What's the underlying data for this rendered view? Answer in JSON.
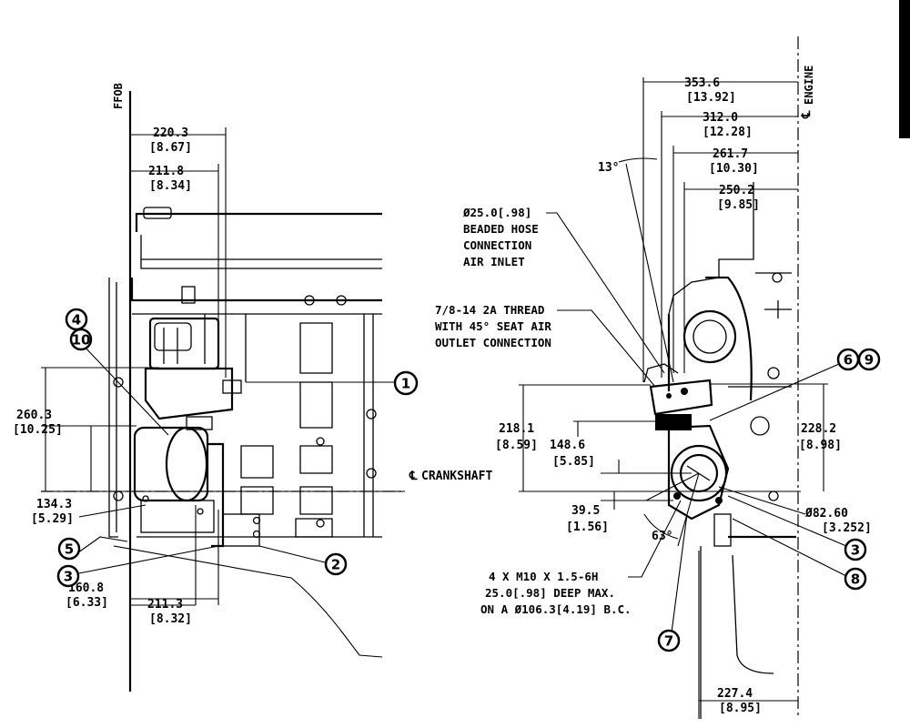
{
  "left_view": {
    "ffob_label": "FFOB",
    "dims": {
      "d220": [
        "220.3",
        "[8.67]"
      ],
      "d211_8": [
        "211.8",
        "[8.34]"
      ],
      "d260": [
        "260.3",
        "[10.25]"
      ],
      "d134": [
        "134.3",
        "[5.29]"
      ],
      "d160": [
        "160.8",
        "[6.33]"
      ],
      "d211_3": [
        "211.3",
        "[8.32]"
      ]
    },
    "callouts": [
      "4",
      "10",
      "1",
      "5",
      "3",
      "2"
    ],
    "crankshaft_label": "CRANKSHAFT"
  },
  "right_view": {
    "engine_label": "ENGINE",
    "dims": {
      "d353": [
        "353.6",
        "[13.92]"
      ],
      "d312": [
        "312.0",
        "[12.28]"
      ],
      "d261": [
        "261.7",
        "[10.30]"
      ],
      "d250": [
        "250.2",
        "[9.85]"
      ],
      "d218": [
        "218.1",
        "[8.59]"
      ],
      "d148": [
        "148.6",
        "[5.85]"
      ],
      "d39": [
        "39.5",
        "[1.56]"
      ],
      "d228": [
        "228.2",
        "[8.98]"
      ],
      "d82": [
        "Ø82.60",
        "[3.252]"
      ],
      "d227": [
        "227.4",
        "[8.95]"
      ]
    },
    "angles": {
      "a13": "13°",
      "a63": "63°"
    },
    "notes": {
      "air_inlet": [
        "Ø25.0[.98]",
        "BEADED HOSE",
        "CONNECTION",
        "AIR INLET"
      ],
      "thread": [
        "7/8-14 2A THREAD",
        "WITH 45° SEAT AIR",
        "OUTLET CONNECTION"
      ],
      "bolt": [
        "4 X M10 X 1.5-6H",
        "25.0[.98] DEEP MAX.",
        "ON A Ø106.3[4.19] B.C."
      ]
    },
    "callouts": [
      "6",
      "9",
      "3",
      "8",
      "7"
    ]
  }
}
